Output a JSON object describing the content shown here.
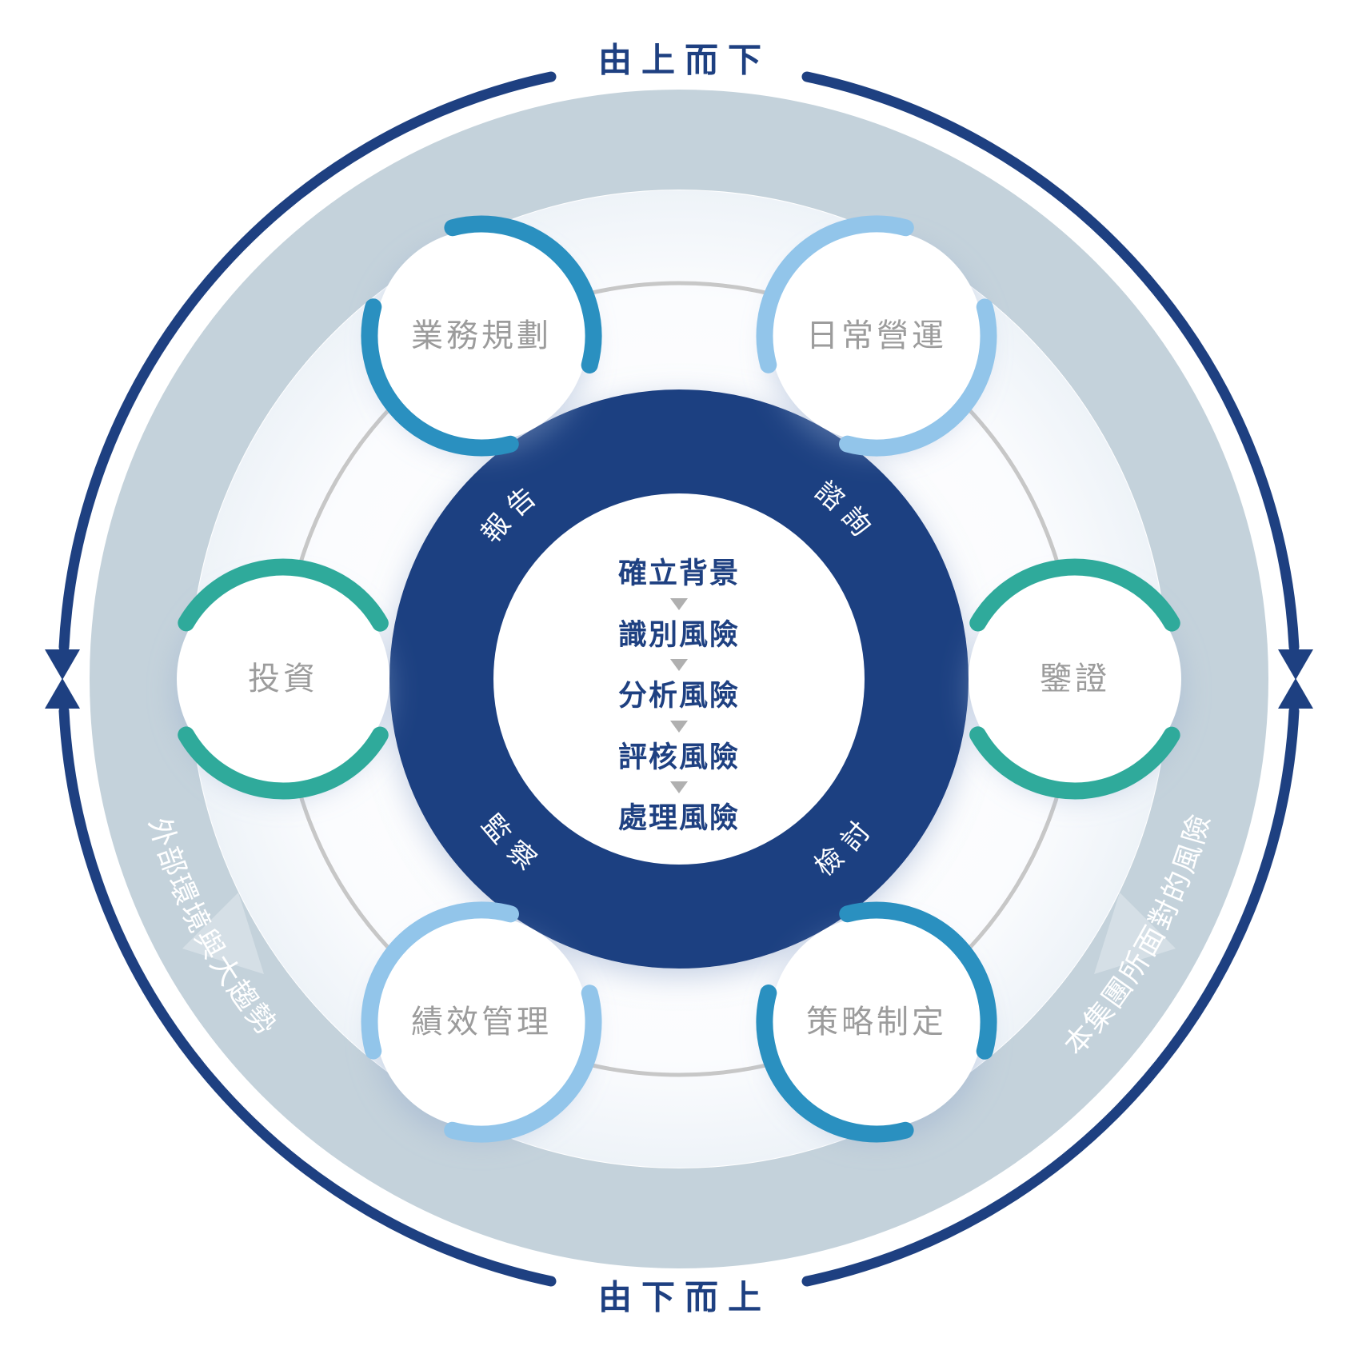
{
  "diagram": {
    "outer_flow": {
      "top": "由上而下",
      "bottom": "由下而上"
    },
    "band": {
      "left": "外部環境與大趨勢",
      "right": "本集團所面對的風險"
    },
    "ring": {
      "top_left": "報告",
      "top_right": "諮詢",
      "bottom_left": "監察",
      "bottom_right": "檢討"
    },
    "steps": [
      "確立背景",
      "識別風險",
      "分析風險",
      "評核風險",
      "處理風險"
    ],
    "satellites": [
      {
        "label": "業務規劃",
        "color": "#2a90c0"
      },
      {
        "label": "日常營運",
        "color": "#92c5ea"
      },
      {
        "label": "鑒證",
        "color": "#2faa9b"
      },
      {
        "label": "策略制定",
        "color": "#2a90c0"
      },
      {
        "label": "績效管理",
        "color": "#92c5ea"
      },
      {
        "label": "投資",
        "color": "#2faa9b"
      }
    ],
    "colors": {
      "navy": "#1e4081",
      "band": "#c4d2db",
      "band_arrow": "#d5dfe6",
      "teal": "#2faa9b",
      "blue": "#2a90c0",
      "light_blue": "#92c5ea",
      "satellite_label_gray": "#9c9c9c",
      "step_arrow_gray": "#b0b0b0",
      "orbit_gray": "#c7c7c7"
    }
  }
}
